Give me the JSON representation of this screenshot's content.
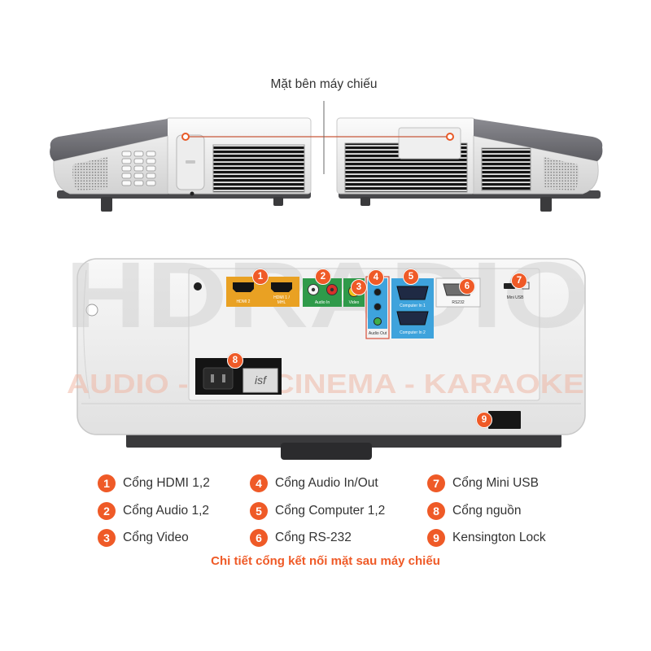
{
  "side_view": {
    "caption": "Mặt bên máy chiếu"
  },
  "watermark": {
    "brand": "HDRADIO",
    "tagline": "AUDIO - HD - CINEMA - KARAOKE"
  },
  "rear_panel": {
    "ports": {
      "hdmi2": "HDMI 2",
      "hdmi1_line1": "HDMI 1 /",
      "hdmi1_line2": "MHL",
      "audio_in": "Audio In",
      "video": "Video",
      "audio_out": "Audio Out",
      "computer_in_1": "Computer In 1",
      "computer_in_2": "Computer In 2",
      "rs232": "RS232",
      "mini_usb": "Mini USB"
    },
    "logo": "isf"
  },
  "legend": [
    {
      "num": "1",
      "label": "Cổng HDMI 1,2"
    },
    {
      "num": "2",
      "label": "Cổng Audio 1,2"
    },
    {
      "num": "3",
      "label": "Cổng Video"
    },
    {
      "num": "4",
      "label": "Cổng Audio In/Out"
    },
    {
      "num": "5",
      "label": "Cổng Computer 1,2"
    },
    {
      "num": "6",
      "label": "Cổng RS-232"
    },
    {
      "num": "7",
      "label": "Cổng Mini USB"
    },
    {
      "num": "8",
      "label": "Cổng nguồn"
    },
    {
      "num": "9",
      "label": "Kensington Lock"
    }
  ],
  "footer": {
    "title": "Chi tiết cổng kết nối mặt sau máy chiếu"
  },
  "colors": {
    "accent": "#ef5a27",
    "hdmi_panel": "#e9a123",
    "audio_video_panel": "#2f9a4a",
    "audio_out_computer_panel": "#3ea3dc",
    "text": "#333333"
  }
}
